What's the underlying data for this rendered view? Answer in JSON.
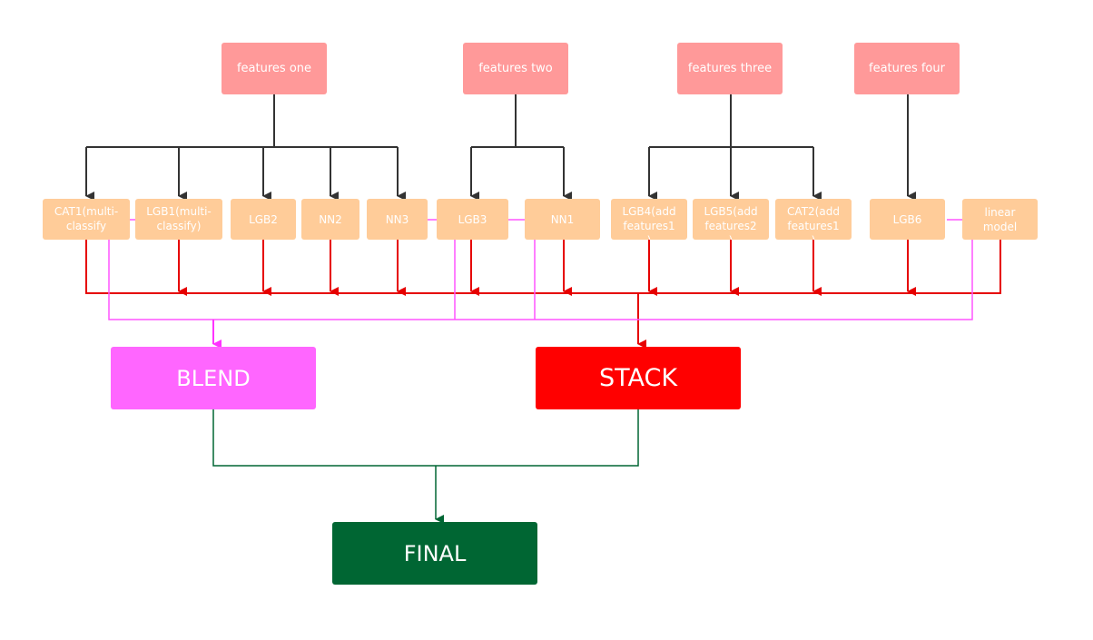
{
  "features": {
    "one": "features one",
    "two": "features two",
    "three": "features three",
    "four": "features four"
  },
  "models": {
    "cat1": "CAT1(multi-\nclassify",
    "lgb1": "LGB1(multi-\nclassify)",
    "lgb2": "LGB2",
    "nn2": "NN2",
    "nn3": "NN3",
    "lgb3": "LGB3",
    "nn1": "NN1",
    "lgb4": "LGB4(add\nfeatures1\n)",
    "lgb5": "LGB5(add\nfeatures2\n)",
    "cat2": "CAT2(add\nfeatures1\n)",
    "lgb6": "LGB6",
    "linear": "linear\nmodel"
  },
  "ensembles": {
    "blend": "BLEND",
    "stack": "STACK",
    "final": "FINAL"
  },
  "colors": {
    "feature_box": "#ff9999",
    "model_box": "#ffcc99",
    "blend": "#ff66ff",
    "stack": "#ff0000",
    "final": "#006633",
    "tree_line": "#333333",
    "stack_line": "#e60000",
    "blend_line": "#ff55ff",
    "final_line": "#006633"
  }
}
